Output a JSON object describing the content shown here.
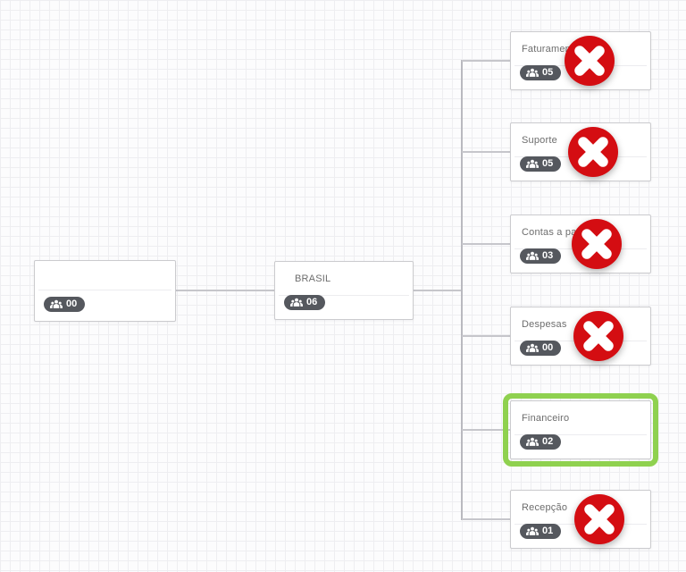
{
  "chart": {
    "type": "org-tree",
    "root": {
      "title": "",
      "member_count": "00"
    },
    "parent": {
      "title": "BRASIL",
      "member_count": "06"
    },
    "departments": [
      {
        "title": "Faturamento",
        "member_count": "05",
        "deletable": true,
        "selected": false
      },
      {
        "title": "Suporte",
        "member_count": "05",
        "deletable": true,
        "selected": false
      },
      {
        "title": "Contas a pagar",
        "member_count": "03",
        "deletable": true,
        "selected": false
      },
      {
        "title": "Despesas",
        "member_count": "00",
        "deletable": true,
        "selected": false
      },
      {
        "title": "Financeiro",
        "member_count": "02",
        "deletable": false,
        "selected": true
      },
      {
        "title": "Recepção",
        "member_count": "01",
        "deletable": true,
        "selected": false
      }
    ]
  },
  "icons": {
    "users": "users-icon",
    "delete": "delete-x-icon"
  },
  "colors": {
    "delete_red": "#d40d12",
    "selection_green": "#8fd14f",
    "badge_bg": "#55585e",
    "connector_gray": "#c6c6cb",
    "card_border": "#cbcbce",
    "title_text": "#6d6d6d"
  }
}
